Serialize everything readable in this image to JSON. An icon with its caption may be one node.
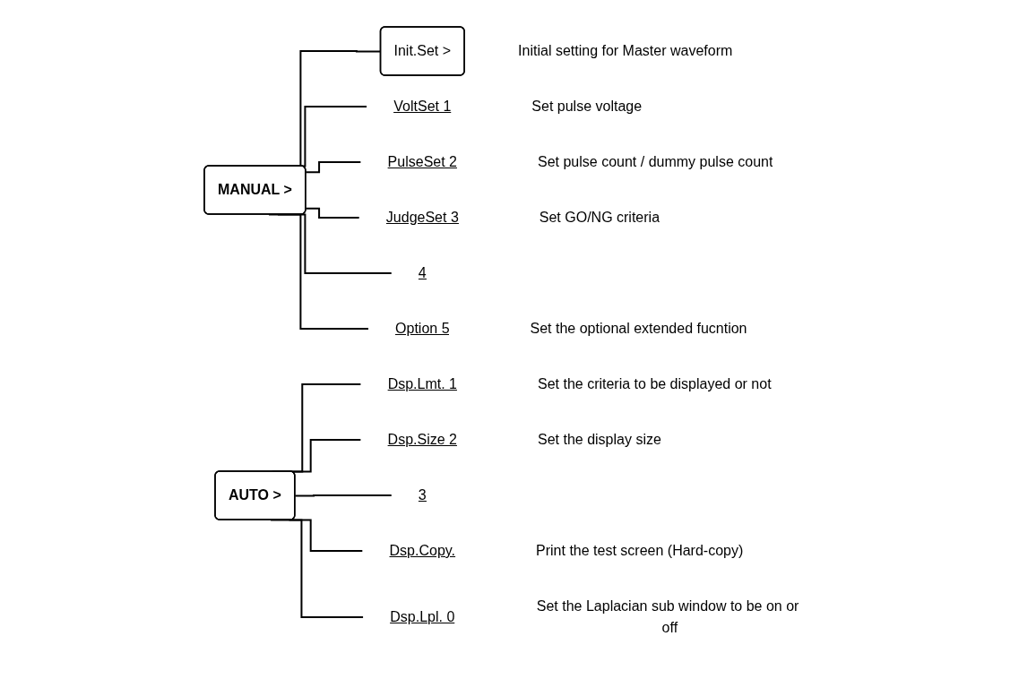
{
  "diagram": {
    "nodes": [
      {
        "text": [
          "MANUAL >"
        ]
      },
      {
        "text": [
          "Init.Set >"
        ],
        "beside": [
          "Initial setting for Master waveform"
        ]
      },
      {
        "text": [
          "VoltSet 1"
        ],
        "beside": [
          "Set pulse voltage"
        ]
      },
      {
        "text": [
          "PulseSet 2"
        ],
        "beside": [
          "Set pulse count / dummy pulse count"
        ]
      },
      {
        "text": [
          "JudgeSet 3"
        ],
        "beside": [
          "Set GO/NG criteria"
        ]
      },
      {
        "text": [
          "4"
        ]
      },
      {
        "text": [
          "Option 5"
        ],
        "beside": [
          "Set the optional extended fucntion"
        ]
      },
      {
        "text": [
          "AUTO >"
        ]
      },
      {
        "text": [
          "Dsp.Lmt. 1"
        ],
        "beside": [
          "Set the criteria to be displayed or not"
        ]
      },
      {
        "text": [
          "Dsp.Size 2"
        ],
        "beside": [
          "Set the display size"
        ]
      },
      {
        "text": [
          "3"
        ]
      },
      {
        "text": [
          "Dsp.Copy."
        ],
        "beside": [
          "Print the test screen (Hard-copy)"
        ]
      },
      {
        "text": [
          "Dsp.Lpl. 0"
        ],
        "beside": [
          "Set the Laplacian sub window to be on or off"
        ]
      }
    ],
    "edges": [
      {
        "from": 0,
        "to": 1,
        "arrow": "none"
      },
      {
        "from": 0,
        "to": 2,
        "arrow": "none"
      },
      {
        "from": 0,
        "to": 3,
        "arrow": "none"
      },
      {
        "from": 0,
        "to": 4,
        "arrow": "none"
      },
      {
        "from": 0,
        "to": 5,
        "arrow": "none"
      },
      {
        "from": 0,
        "to": 6,
        "arrow": "none"
      },
      {
        "from": 7,
        "to": 8,
        "arrow": "none"
      },
      {
        "from": 7,
        "to": 9,
        "arrow": "none"
      },
      {
        "from": 7,
        "to": 10,
        "arrow": "none"
      },
      {
        "from": 7,
        "to": 11,
        "arrow": "none"
      },
      {
        "from": 7,
        "to": 12,
        "arrow": "none"
      }
    ]
  }
}
